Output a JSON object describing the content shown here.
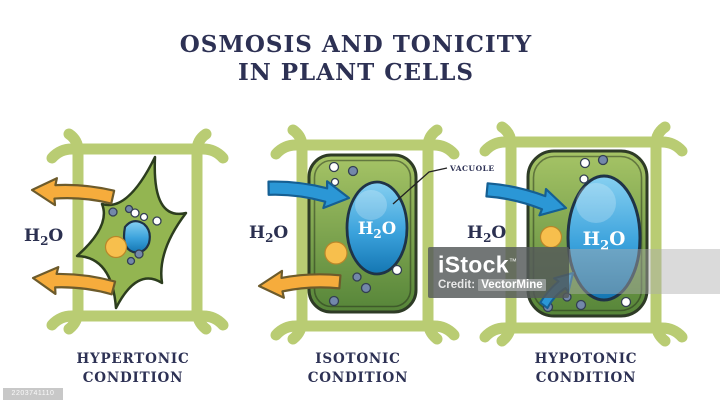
{
  "title": {
    "line1": "OSMOSIS AND TONICITY",
    "line2": "IN PLANT CELLS"
  },
  "panels": {
    "hypertonic": {
      "label_line1": "HYPERTONIC",
      "label_line2": "CONDITION",
      "h2o_out": {
        "h": "H",
        "sub": "2",
        "o": "O"
      }
    },
    "isotonic": {
      "label_line1": "ISOTONIC",
      "label_line2": "CONDITION",
      "vacuole_callout": "VACUOLE",
      "h2o_out": {
        "h": "H",
        "sub": "2",
        "o": "O"
      },
      "h2o_vacuole": {
        "h": "H",
        "sub": "2",
        "o": "O"
      }
    },
    "hypotonic": {
      "label_line1": "HYPOTONIC",
      "label_line2": "CONDITION",
      "h2o_out": {
        "h": "H",
        "sub": "2",
        "o": "O"
      },
      "h2o_vacuole": {
        "h": "H",
        "sub": "2",
        "o": "O"
      }
    }
  },
  "watermark": {
    "brand": "iStock",
    "mark": "™",
    "credit_label": "Credit:",
    "credit_value": "VectorMine",
    "asset_id": "2203741110"
  },
  "palette": {
    "title_navy": "#2d3154",
    "cell_wall_green": "#b9cc73",
    "cell_green_light": "#a6c466",
    "cell_green_dark": "#568539",
    "star_cell_green": "#93b551",
    "vacuole_blue_light": "#86d0f1",
    "vacuole_blue_dark": "#1476b2",
    "organelle_yellow": "#f7bf4d",
    "dot_slate": "#7388aa",
    "arrow_orange": "#f6ac3c",
    "arrow_blue": "#2b97d6"
  }
}
